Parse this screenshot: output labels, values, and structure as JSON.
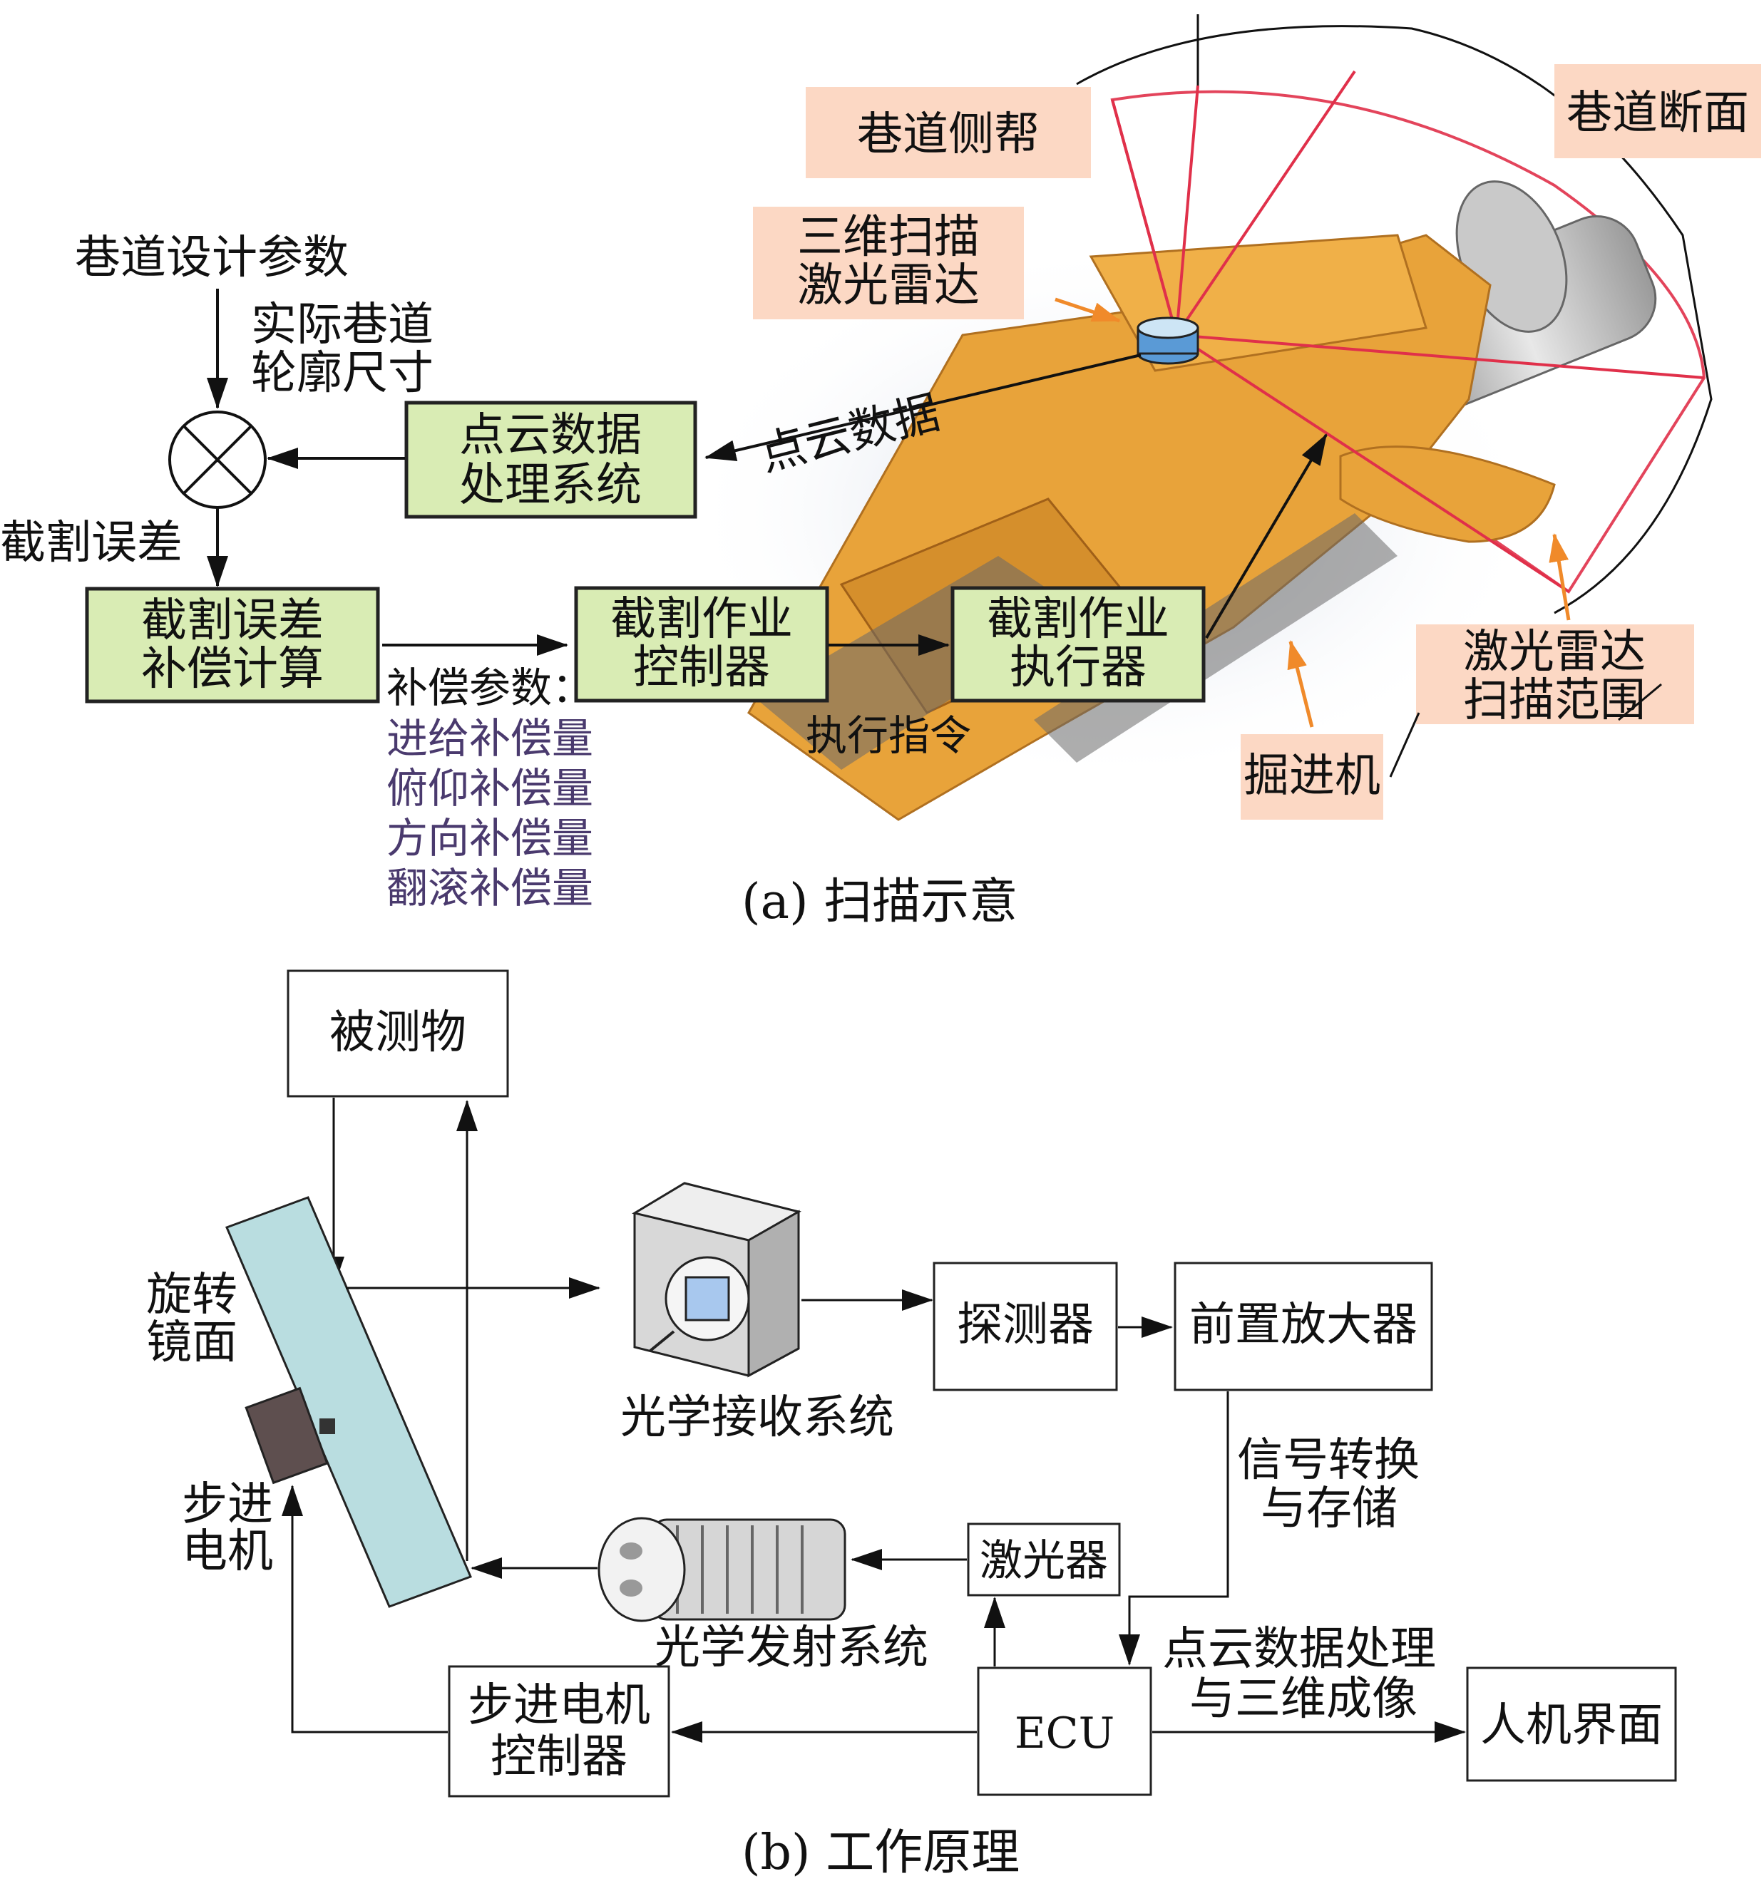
{
  "panel_a": {
    "labels": {
      "side_wall": "巷道侧帮",
      "section": "巷道断面",
      "lidar": [
        "三维扫描",
        "激光雷达"
      ],
      "point_cloud": "点云数据",
      "scan_range": [
        "激光雷达",
        "扫描范围"
      ],
      "roadheader": "掘进机",
      "design_params": "巷道设计参数",
      "actual_profile": [
        "实际巷道",
        "轮廓尺寸"
      ],
      "cut_error": "截割误差",
      "exec_cmd": "执行指令"
    },
    "boxes": {
      "pc_processing": [
        "点云数据",
        "处理系统"
      ],
      "error_comp": [
        "截割误差",
        "补偿计算"
      ],
      "cut_controller": [
        "截割作业",
        "控制器"
      ],
      "cut_executor": [
        "截割作业",
        "执行器"
      ]
    },
    "comp_params": {
      "title": "补偿参数：",
      "items": [
        "进给补偿量",
        "俯仰补偿量",
        "方向补偿量",
        "翻滚补偿量"
      ]
    },
    "caption": "(a)  扫描示意"
  },
  "panel_b": {
    "labels": {
      "target": "被测物",
      "mirror": [
        "旋转",
        "镜面"
      ],
      "motor": [
        "步进",
        "电机"
      ],
      "optical_rx": "光学接收系统",
      "detector": "探测器",
      "preamp": "前置放大器",
      "signal": [
        "信号转换",
        "与存储"
      ],
      "laser": "激光器",
      "optical_tx": "光学发射系统",
      "ecu": "ECU",
      "motor_ctrl": [
        "步进电机",
        "控制器"
      ],
      "pc_imaging": [
        "点云数据处理",
        "与三维成像"
      ],
      "hmi": "人机界面"
    },
    "caption": "(b)  工作原理"
  },
  "colors": {
    "box_green": "#d9ecb4",
    "label_peach": "#fcd8c4",
    "machine_orange": "#e8a33a",
    "laser_red": "#e0304a",
    "mirror_teal": "#b9dde0"
  }
}
